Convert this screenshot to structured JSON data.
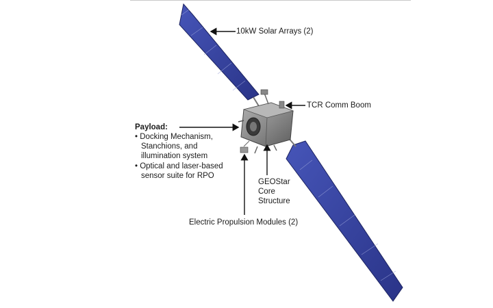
{
  "labels": {
    "solar_arrays": "10kW Solar Arrays (2)",
    "tcr_boom": "TCR Comm Boom",
    "payload_title": "Payload:",
    "payload_items": [
      "• Docking Mechanism,",
      "Stanchions, and",
      "illumination system",
      "• Optical and laser-based",
      "sensor suite for RPO"
    ],
    "core_structure": [
      "GEOStar",
      "Core",
      "Structure"
    ],
    "propulsion": "Electric Propulsion Modules (2)"
  },
  "colors": {
    "panel": "#3b4aa8",
    "panel_dark": "#252f78",
    "bus": "#8c8c8c",
    "arrow": "#111111"
  }
}
